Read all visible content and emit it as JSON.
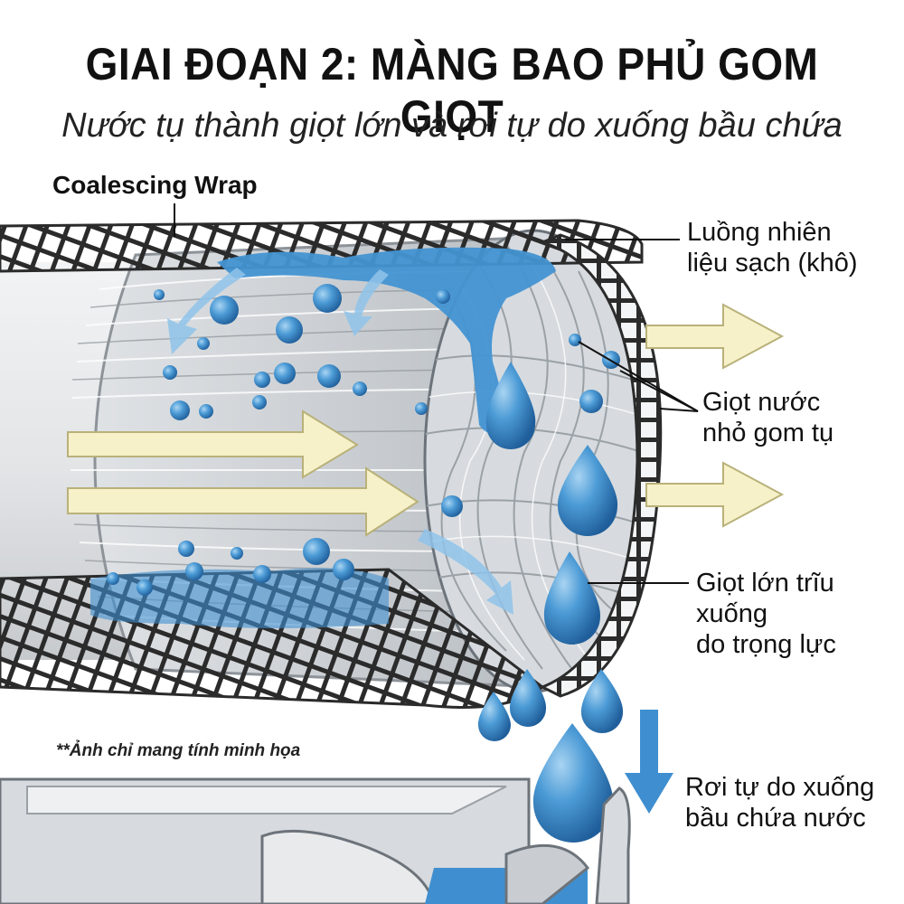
{
  "title": "GIAI ĐOẠN 2: MÀNG BAO PHỦ GOM GIỌT",
  "subtitle": "Nước tụ thành giọt lớn và rơi tự do xuống bầu chứa",
  "labels": {
    "coalescing_wrap": "Coalescing Wrap",
    "clean_fuel_line1": "Luồng nhiên",
    "clean_fuel_line2": "liệu sạch (khô)",
    "small_drops_line1": "Giọt nước",
    "small_drops_line2": "nhỏ gom tụ",
    "large_drops_line1": "Giọt lớn trĩu",
    "large_drops_line2": "xuống",
    "large_drops_line3": "do trọng lực",
    "fall_line1": "Rơi tự do xuống",
    "fall_line2": "bầu chứa nước"
  },
  "note": "**Ảnh chỉ mang tính minh họa",
  "colors": {
    "water": "#3f8fd0",
    "water_light": "#8fc3ea",
    "flow_arrow": "#f6f1c8",
    "mesh": "#2b2b2b",
    "fiber": "#c9cdd1",
    "pipe": "#e6e8ea"
  },
  "icons": [
    "flow-arrow-icon",
    "water-drop-icon",
    "gravity-arrow-icon"
  ]
}
